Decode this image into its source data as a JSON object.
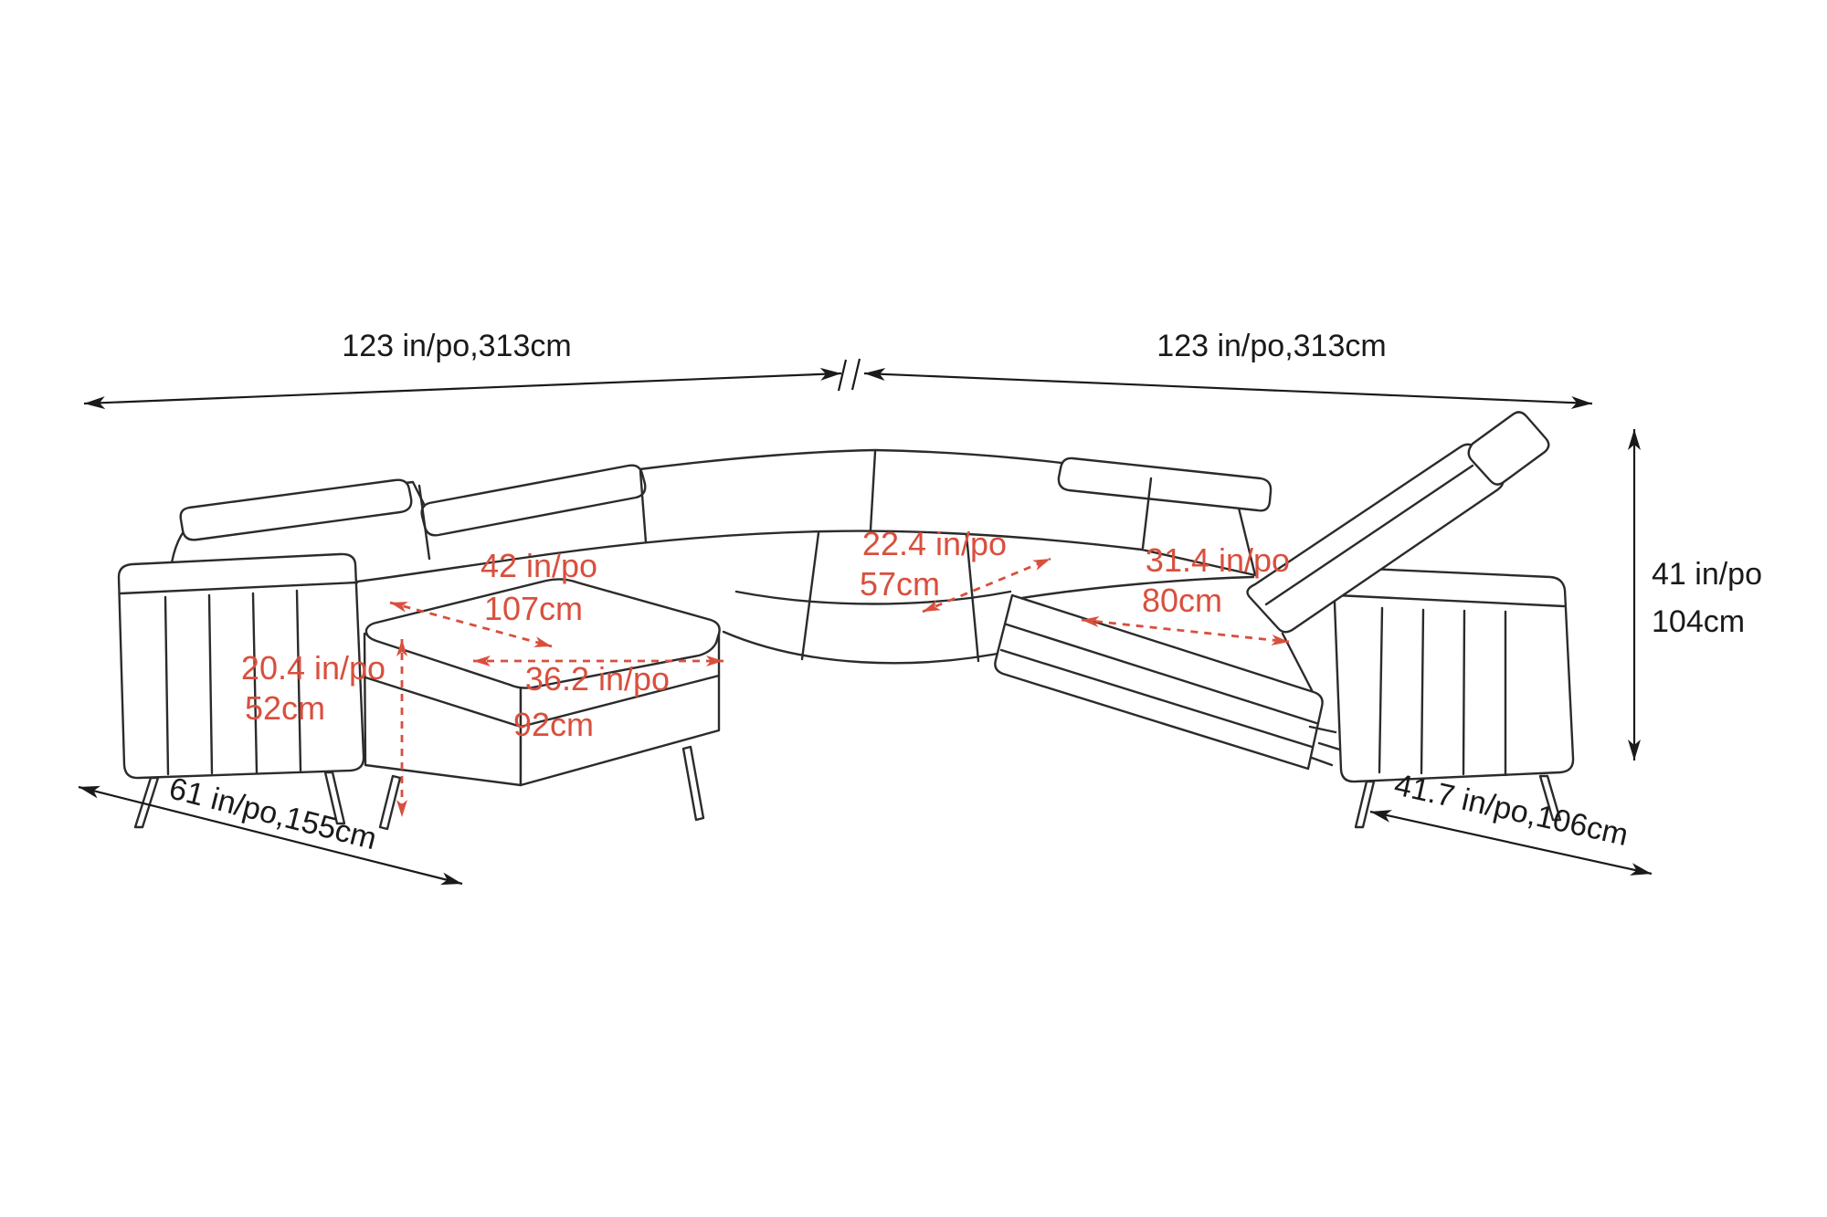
{
  "diagram": {
    "colors": {
      "background": "#ffffff",
      "line": "#2b2b2b",
      "text": "#1a1a1a",
      "red": "#d94f3d"
    },
    "labels": {
      "width_left": "123 in/po,313cm",
      "width_right": "123 in/po,313cm",
      "height": {
        "line1": "41 in/po",
        "line2": "104cm"
      },
      "depth_left": "61 in/po,155cm",
      "depth_right": "41.7 in/po,106cm",
      "chaise_length": {
        "line1": "42 in/po",
        "line2": "107cm"
      },
      "seat_depth": {
        "line1": "22.4 in/po",
        "line2": "57cm"
      },
      "recliner_extension": {
        "line1": "31.4 in/po",
        "line2": "80cm"
      },
      "ottoman_height": {
        "line1": "20.4 in/po",
        "line2": "52cm"
      },
      "ottoman_width": {
        "line1": "36.2 in/po",
        "line2": "92cm"
      }
    }
  }
}
